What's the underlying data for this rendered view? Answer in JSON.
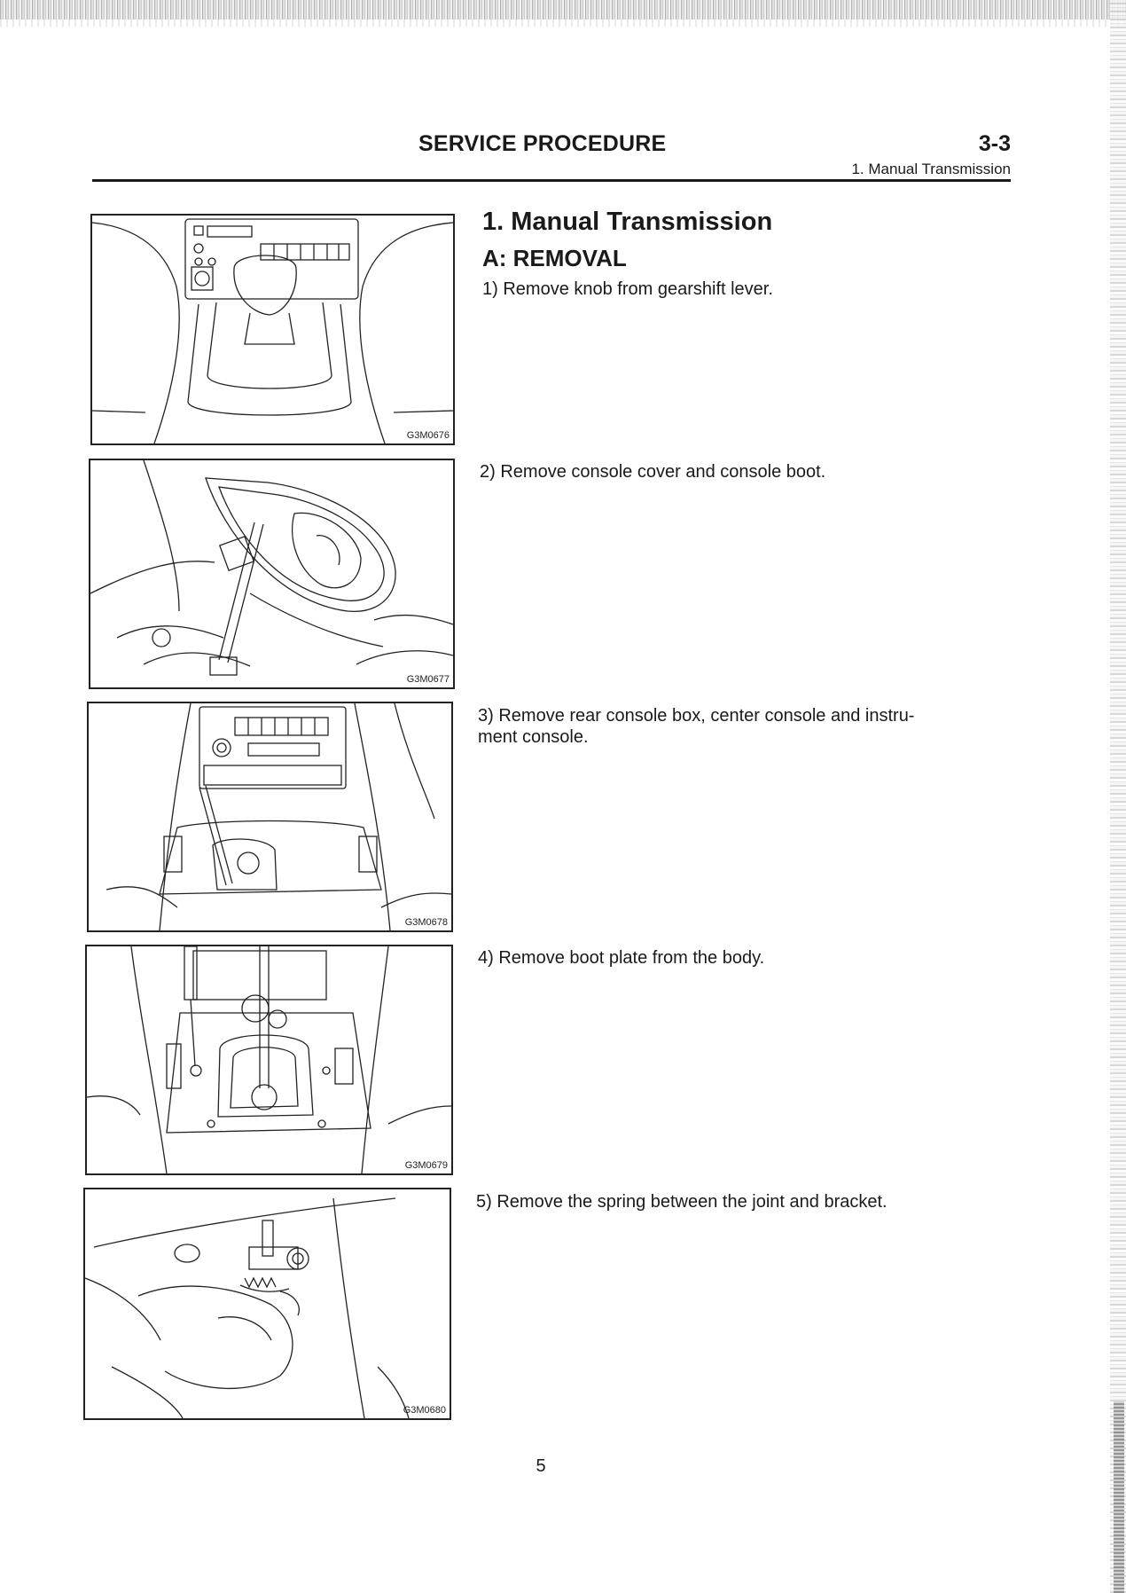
{
  "header": {
    "title": "SERVICE PROCEDURE",
    "section_number": "3-3",
    "subtitle": "1. Manual Transmission"
  },
  "section": {
    "title": "1.  Manual Transmission",
    "subsection": "A:  REMOVAL"
  },
  "steps": [
    {
      "text": "1)  Remove knob from gearshift lever.",
      "figure_code": "G3M0676"
    },
    {
      "text": "2)  Remove console cover and console boot.",
      "figure_code": "G3M0677"
    },
    {
      "text": "3)  Remove rear console box, center console and instru-\nment console.",
      "figure_code": "G3M0678"
    },
    {
      "text": "4)  Remove boot plate from the body.",
      "figure_code": "G3M0679"
    },
    {
      "text": "5)  Remove the spring between the joint and bracket.",
      "figure_code": "G3M0680"
    }
  ],
  "page_number": "5"
}
